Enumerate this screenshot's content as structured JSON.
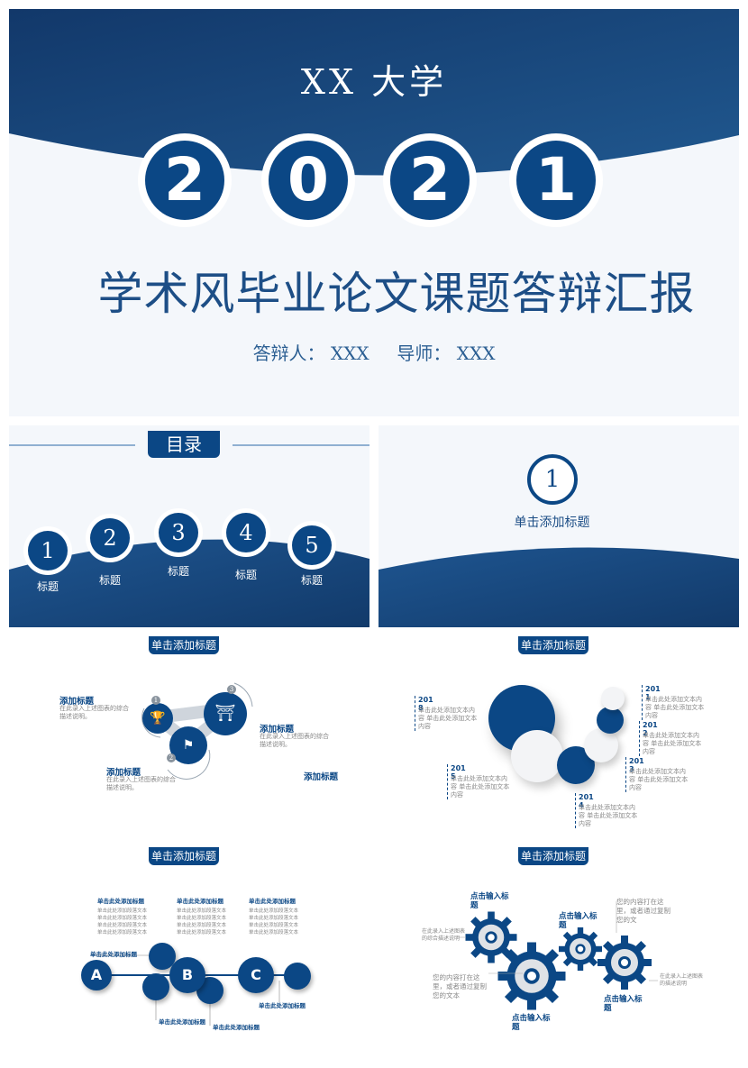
{
  "cover": {
    "university": "XX 大学",
    "year_digits": [
      "2",
      "0",
      "2",
      "1"
    ],
    "title": "学术风毕业论文课题答辩汇报",
    "presenter_label": "答辩人：",
    "presenter": "XXX",
    "advisor_label": "导师：",
    "advisor": "XXX"
  },
  "toc": {
    "title": "目录",
    "items": [
      {
        "num": "1",
        "label": "标题"
      },
      {
        "num": "2",
        "label": "标题"
      },
      {
        "num": "3",
        "label": "标题"
      },
      {
        "num": "4",
        "label": "标题"
      },
      {
        "num": "5",
        "label": "标题"
      }
    ]
  },
  "section": {
    "num": "1",
    "label": "单击添加标题"
  },
  "slide_a": {
    "tag": "单击添加标题",
    "items": [
      {
        "title": "添加标题",
        "text": "在此录入上述图表的综合描述说明。"
      },
      {
        "title": "添加标题",
        "text": "在此录入上述图表的综合描述说明。"
      },
      {
        "title": "添加标题",
        "text": "在此录入上述图表的综合描述说明。"
      },
      {
        "title": "添加标题",
        "text": ""
      }
    ],
    "badges": [
      "1",
      "2",
      "3"
    ]
  },
  "slide_b": {
    "tag": "单击添加标题",
    "years": [
      {
        "year": "2018",
        "text": "单击此处添加文本内容 单击此处添加文本内容"
      },
      {
        "year": "2011",
        "text": "单击此处添加文本内容 单击此处添加文本内容"
      },
      {
        "year": "2012",
        "text": "单击此处添加文本内容 单击此处添加文本内容"
      },
      {
        "year": "2013",
        "text": "单击此处添加文本内容 单击此处添加文本内容"
      },
      {
        "year": "2015",
        "text": "单击此处添加文本内容 单击此处添加文本内容"
      },
      {
        "year": "2014",
        "text": "单击此处添加文本内容 单击此处添加文本内容"
      }
    ]
  },
  "slide_c": {
    "tag": "单击添加标题",
    "columns": [
      {
        "title": "单击此处添加标题",
        "lines": [
          "单击此处添加段落文本",
          "单击此处添加段落文本",
          "单击此处添加段落文本",
          "单击此处添加段落文本"
        ]
      },
      {
        "title": "单击此处添加标题",
        "lines": [
          "单击此处添加段落文本",
          "单击此处添加段落文本",
          "单击此处添加段落文本",
          "单击此处添加段落文本"
        ]
      },
      {
        "title": "单击此处添加标题",
        "lines": [
          "单击此处添加段落文本",
          "单击此处添加段落文本",
          "单击此处添加段落文本",
          "单击此处添加段落文本"
        ]
      }
    ],
    "nodes": [
      "A",
      "B",
      "C"
    ],
    "labels": [
      "单击此处添加标题",
      "单击此处添加标题",
      "单击此处添加标题",
      "单击此处添加标题"
    ]
  },
  "slide_d": {
    "tag": "单击添加标题",
    "gear_titles": [
      "点击输入标题",
      "点击输入标题",
      "点击输入标题",
      "点击输入标题"
    ],
    "notes": [
      "在此录入上述图表的综合描述说明",
      "您的内容打在这里，或者通过复制您的文本",
      "您的内容打在这里，或者通过复制您的文",
      "在此录入上述图表的描述说明"
    ]
  },
  "colors": {
    "navy": "#0b4785",
    "navy_dark": "#0d3f73",
    "bg": "#f4f7fb"
  }
}
